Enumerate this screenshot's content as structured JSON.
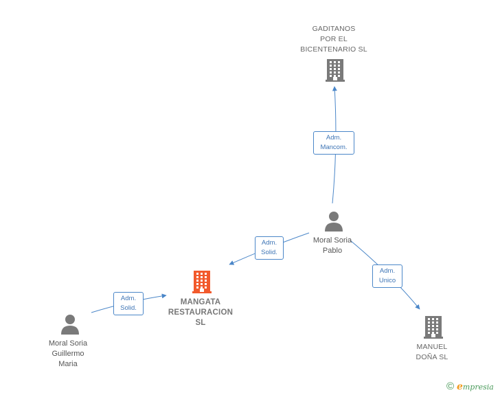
{
  "nodes": {
    "gaditanos": {
      "lines": [
        "GADITANOS",
        "POR EL",
        "BICENTENARIO SL"
      ],
      "color": "#7a7a7a"
    },
    "moral_pablo": {
      "lines": [
        "Moral Soria",
        "Pablo"
      ],
      "color": "#7a7a7a"
    },
    "mangata": {
      "lines": [
        "MANGATA",
        "RESTAURACION",
        "SL"
      ],
      "color": "#f25a2c"
    },
    "moral_guillermo": {
      "lines": [
        "Moral Soria",
        "Guillermo",
        "Maria"
      ],
      "color": "#7a7a7a"
    },
    "manuel": {
      "lines": [
        "MANUEL",
        "DOÑA SL"
      ],
      "color": "#7a7a7a"
    }
  },
  "relations": {
    "mancom": {
      "lines": [
        "Adm.",
        "Mancom."
      ]
    },
    "solid_pablo": {
      "lines": [
        "Adm.",
        "Solid."
      ]
    },
    "solid_guillermo": {
      "lines": [
        "Adm.",
        "Solid."
      ]
    },
    "unico": {
      "lines": [
        "Adm.",
        "Unico"
      ]
    }
  },
  "edge_color": "#4a86c8",
  "brand": {
    "copyright": "©",
    "initial": "e",
    "rest": "mpresia"
  }
}
